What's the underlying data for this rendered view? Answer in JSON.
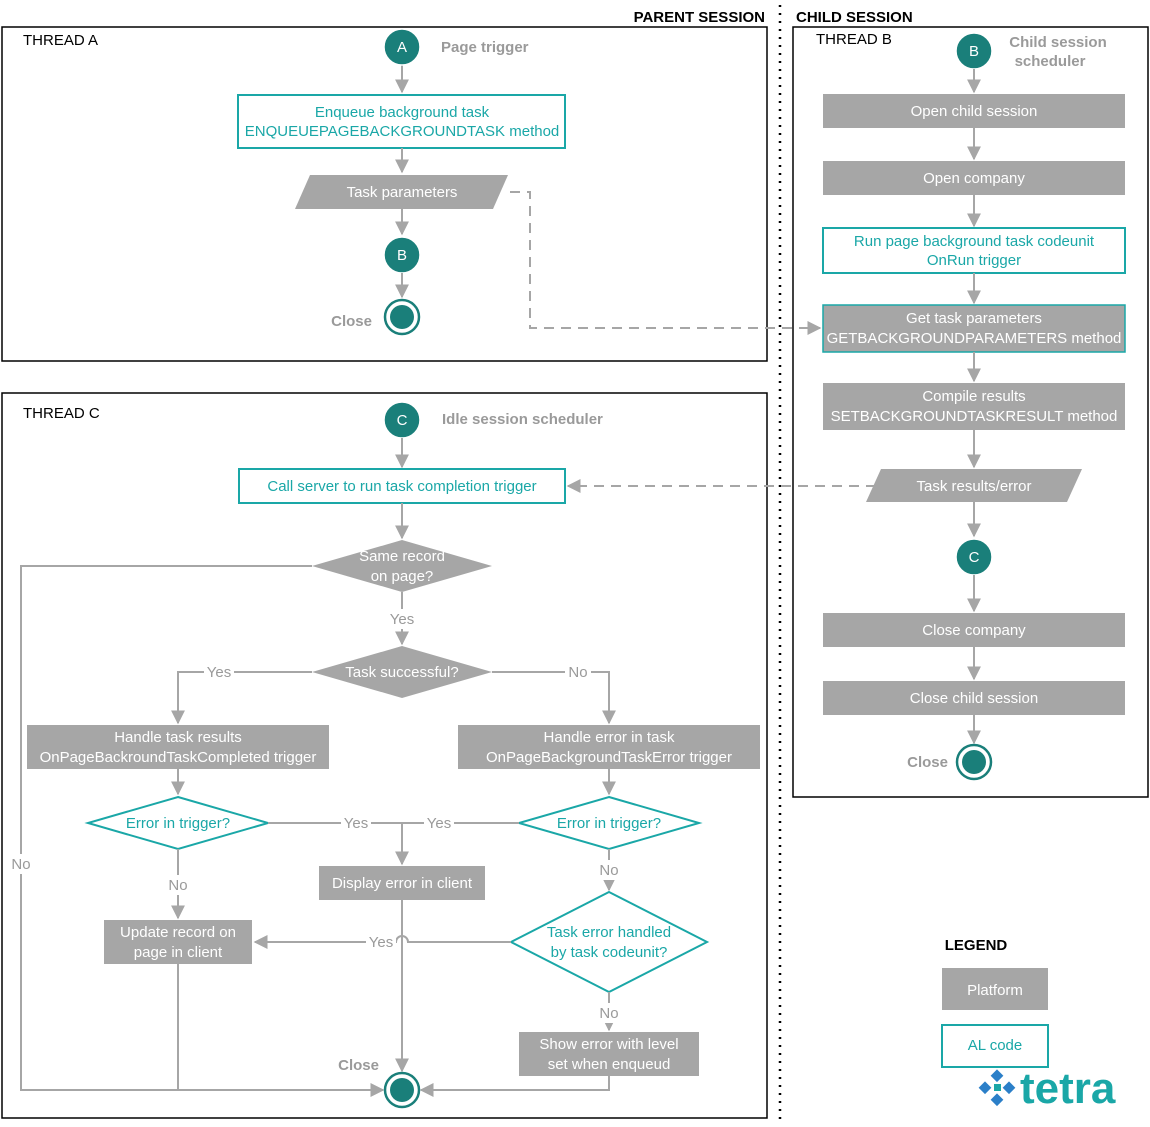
{
  "sessions": {
    "parent": "PARENT SESSION",
    "child": "CHILD SESSION"
  },
  "thread_a": {
    "title": "THREAD A",
    "start": "A",
    "start_label": "Page trigger",
    "enqueue": [
      "Enqueue background task",
      "ENQUEUEPAGEBACKGROUNDTASK method"
    ],
    "params": "Task parameters",
    "connector_b": "B",
    "close": "Close"
  },
  "thread_b": {
    "title": "THREAD B",
    "start": "B",
    "start_label": [
      "Child session",
      "scheduler"
    ],
    "open_session": "Open child session",
    "open_company": "Open company",
    "run_codeunit": [
      "Run page background task codeunit",
      "OnRun trigger"
    ],
    "get_params": [
      "Get task parameters",
      "GETBACKGROUNDPARAMETERS method"
    ],
    "compile": [
      "Compile results",
      "SETBACKGROUNDTASKRESULT method"
    ],
    "results": "Task results/error",
    "connector_c": "C",
    "close_company": "Close company",
    "close_session": "Close child session",
    "close": "Close"
  },
  "thread_c": {
    "title": "THREAD C",
    "start": "C",
    "start_label": "Idle session scheduler",
    "call_server": "Call server to run task completion trigger",
    "same_record": [
      "Same record",
      "on page?"
    ],
    "task_successful": "Task successful?",
    "handle_results": [
      "Handle task results",
      "OnPageBackroundTaskCompleted trigger"
    ],
    "handle_error": [
      "Handle error in task",
      "OnPageBackgroundTaskError trigger"
    ],
    "error_trigger_left": "Error in trigger?",
    "error_trigger_right": "Error in trigger?",
    "display_error": "Display error in client",
    "update_record": [
      "Update record on",
      "page in client"
    ],
    "error_handled": [
      "Task error handled",
      "by task codeunit?"
    ],
    "show_error": [
      "Show error with level",
      "set when enqueud"
    ],
    "close": "Close",
    "labels": {
      "yes": "Yes",
      "no": "No"
    }
  },
  "legend": {
    "title": "LEGEND",
    "platform": "Platform",
    "al_code": "AL code"
  },
  "logo": {
    "text": "tetra"
  },
  "colors": {
    "platform_fill": "#a6a6a6",
    "al_stroke": "#1aa7a7",
    "connector": "#1a7f7a",
    "line": "#a6a6a6"
  }
}
